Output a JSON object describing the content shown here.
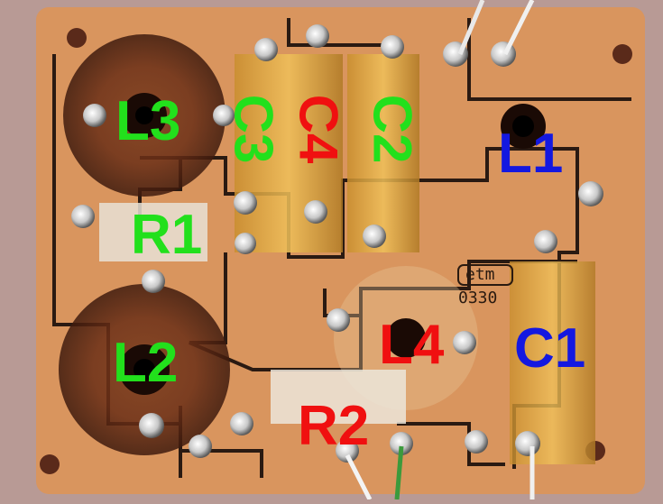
{
  "labels": {
    "l3": "L3",
    "c3": "C3",
    "c4": "C4",
    "c2": "C2",
    "l1": "L1",
    "r1": "R1",
    "l2": "L2",
    "l4": "L4",
    "c1": "C1",
    "r2": "R2"
  },
  "board_markings": {
    "brand": "etm",
    "code": "0330"
  },
  "colors": {
    "green": "#22e01c",
    "red": "#f01010",
    "blue": "#1418e0",
    "board": "#d9955e",
    "trace": "#2a1a12",
    "background": "#b89a95"
  }
}
